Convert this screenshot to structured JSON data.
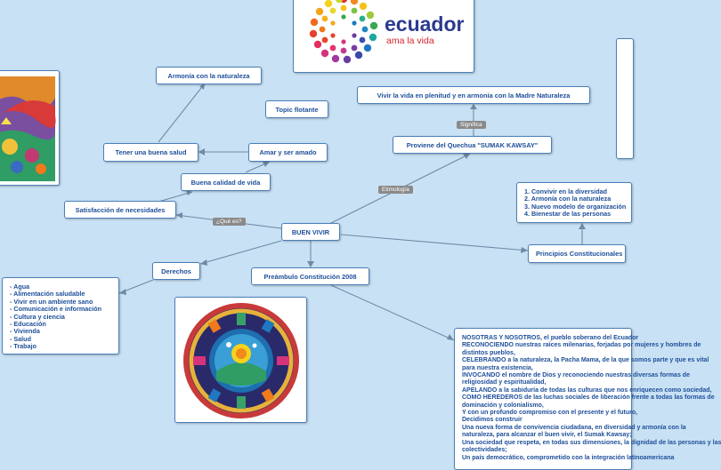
{
  "nodes": {
    "central": "BUEN VIVIR",
    "armonia": "Armonía con la naturaleza",
    "topic": "Topic flotante",
    "vivir": "Vivir la vida en plenitud y en armonía con la Madre Naturaleza",
    "salud": "Tener una buena salud",
    "amar": "Amar y ser amado",
    "quechua": "Proviene del Quechua \"SUMAK KAWSAY\"",
    "calidad": "Buena calidad de vida",
    "satisfaccion": "Satisfacción de necesidades",
    "derechos": "Derechos",
    "preambulo": "Preámbulo Constitución 2008",
    "principios": "Principios Constitucionales"
  },
  "labels": {
    "significa": "Significa",
    "etimologia": "Etimología",
    "que_es": "¿Qué es?"
  },
  "derechos_list": [
    "- Agua",
    "- Alimentación saludable",
    "- Vivir en un ambiente sano",
    "- Comunicación e información",
    "- Cultura y ciencia",
    "- Educación",
    "- Vivienda",
    "- Salud",
    "- Trabajo"
  ],
  "principios_list": [
    "1. Convivir en la diversidad",
    "2. Armonía con la naturaleza",
    "3. Nuevo modelo de organización",
    "4. Bienestar de las personas"
  ],
  "preambulo_text": [
    "NOSOTRAS Y NOSOTROS, el pueblo soberano del Ecuador",
    "RECONOCIENDO nuestras raíces milenarias, forjadas por mujeres y hombres de",
    "distintos pueblos,",
    "CELEBRANDO a la naturaleza, la Pacha Mama, de la que somos parte y que es vital",
    "para nuestra existencia,",
    "INVOCANDO el nombre de Dios y reconociendo nuestras diversas formas de",
    "religiosidad y espiritualidad,",
    "APELANDO a la sabiduría de todas las culturas que nos enriquecen como sociedad,",
    "COMO HEREDEROS de las luchas sociales de liberación frente a todas las formas de",
    "dominación y colonialismo,",
    "Y con un profundo compromiso con el presente y el futuro,",
    "Decidimos construir",
    "Una nueva forma de convivencia ciudadana, en diversidad y armonía con la",
    "naturaleza, para alcanzar el buen vivir, el Sumak Kawsay;",
    "Una sociedad que respeta, en todas sus dimensiones, la dignidad de las personas y las",
    "colectividades;",
    "Un país democrático, comprometido con la integración latinoamericana"
  ],
  "logo": {
    "brand": "ecuador",
    "tagline": "ama la vida"
  },
  "colors": {
    "background": "#c9e1f4",
    "node_border": "#4a7fb8",
    "node_text": "#1d4f9a",
    "connector": "#6f8aa6",
    "label_bg": "#8a8a8a",
    "logo_brand": "#2b3a8f",
    "logo_tagline": "#d6242b"
  }
}
